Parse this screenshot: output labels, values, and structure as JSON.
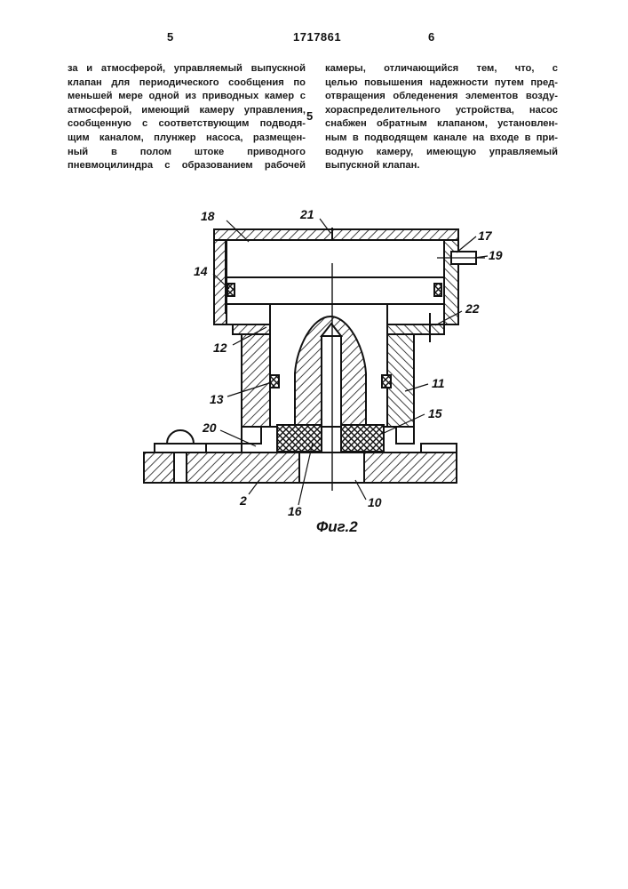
{
  "header": {
    "page_left": "5",
    "patent_number": "1717861",
    "page_right": "6"
  },
  "left_column": [
    "за и атмосферой, управляемый выпускной",
    "клапан для периодического сообщения по",
    "меньшей мере одной из приводных камер с",
    "атмосферой, имеющий камеру управления,",
    "сообщенную с соответствующим подводя-",
    "щим каналом, плунжер насоса, размещен-",
    "ный в полом штоке приводного",
    "пневмоцилиндра с образованием рабочей"
  ],
  "line_number": "5",
  "right_column": [
    "камеры, отличающийся тем, что, с",
    "целью повышения надежности путем пред-",
    "отвращения обледенения элементов возду-",
    "хораспределительного устройства, насос",
    "снабжен обратным клапаном, установлен-",
    "ным в подводящем канале на входе в при-",
    "водную камеру, имеющую управляемый",
    "выпускной клапан."
  ],
  "figure": {
    "caption": "Фиг.2",
    "labels": {
      "l18": "18",
      "l21": "21",
      "l17": "17",
      "l19": "19",
      "l14": "14",
      "l22": "22",
      "l12": "12",
      "l11": "11",
      "l13": "13",
      "l15": "15",
      "l20": "20",
      "l2": "2",
      "l16": "16",
      "l10": "10"
    }
  }
}
